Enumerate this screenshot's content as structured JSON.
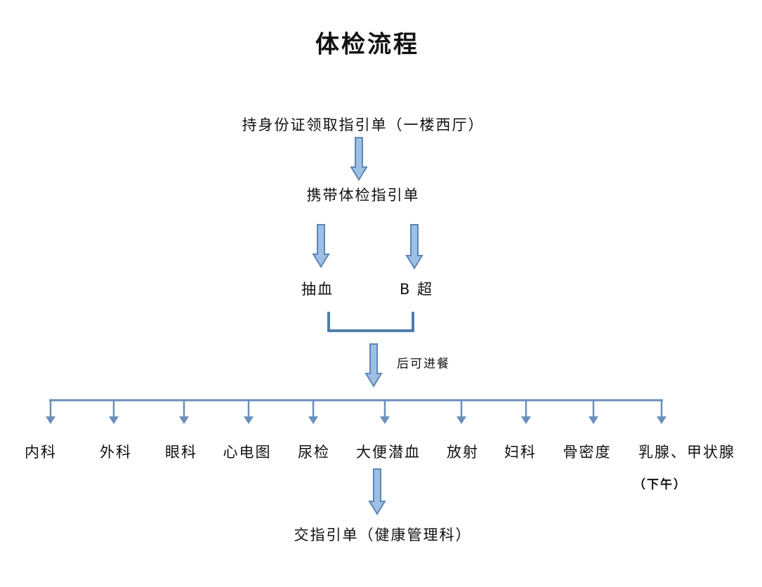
{
  "title": "体检流程",
  "steps": {
    "step1": "持身份证领取指引单（一楼西厅）",
    "step2": "携带体检指引单",
    "branch_left": "抽血",
    "branch_right": "B 超",
    "after_note": "后可进餐",
    "final": "交指引单（健康管理科）"
  },
  "departments": [
    {
      "label": "内科"
    },
    {
      "label": "外科"
    },
    {
      "label": "眼科"
    },
    {
      "label": "心电图"
    },
    {
      "label": "尿检"
    },
    {
      "label": "大便潜血"
    },
    {
      "label": "放射"
    },
    {
      "label": "妇科"
    },
    {
      "label": "骨密度"
    },
    {
      "label": "乳腺、甲状腺"
    }
  ],
  "department_note": "（下午）",
  "colors": {
    "arrow_fill": "#9dbfe3",
    "arrow_stroke": "#5b87b7",
    "line": "#6a90bb",
    "bracket": "#4f7eae"
  }
}
